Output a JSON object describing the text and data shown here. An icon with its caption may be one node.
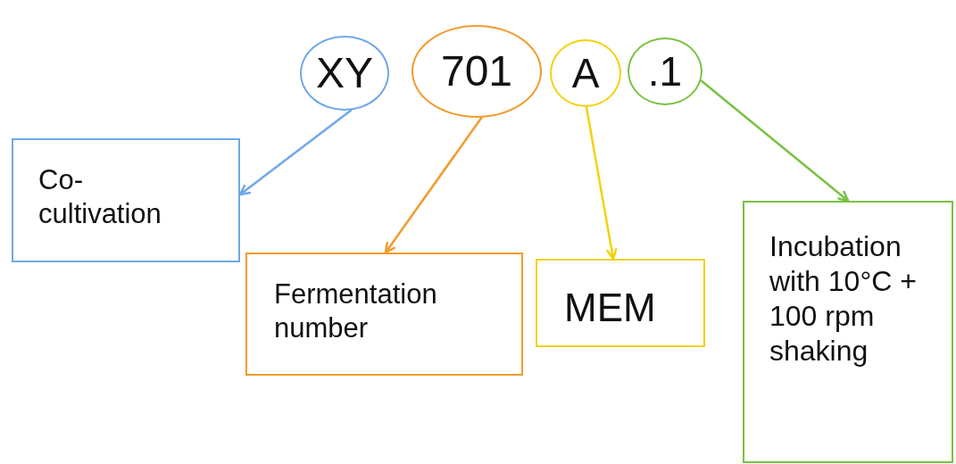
{
  "diagram": {
    "nodes": [
      {
        "text": [
          "XY"
        ]
      },
      {
        "text": [
          "701"
        ]
      },
      {
        "text": [
          "A"
        ]
      },
      {
        "text": [
          ".1"
        ]
      },
      {
        "text": [
          "Co-cultivation"
        ]
      },
      {
        "text": [
          "Fermentation number"
        ]
      },
      {
        "text": [
          "MEM"
        ]
      },
      {
        "text": [
          "Incubation with 10°C + 100 rpm shaking"
        ]
      }
    ],
    "edges": [
      {
        "from": 0,
        "to": 4,
        "arrow": "to",
        "color": "#6fa8e6"
      },
      {
        "from": 1,
        "to": 5,
        "arrow": "to",
        "color": "#f39a2c"
      },
      {
        "from": 2,
        "to": 6,
        "arrow": "to",
        "color": "#f5d10c"
      },
      {
        "from": 3,
        "to": 7,
        "arrow": "to",
        "color": "#7ac143"
      }
    ]
  }
}
